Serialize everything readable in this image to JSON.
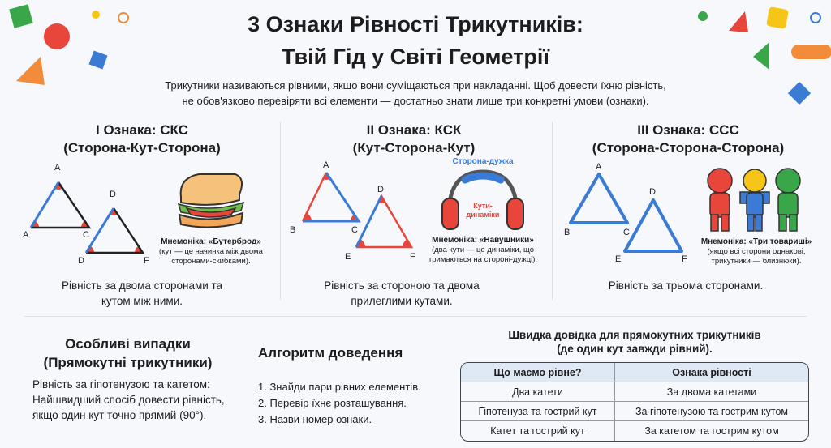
{
  "header": {
    "title_line1": "3 Ознаки Рівності Трикутників:",
    "title_line2": "Твій Гід у Світі Геометрії",
    "intro_line1": "Трикутники називаються рівними, якщо вони суміщаються при накладанні. Щоб довести їхню рівність,",
    "intro_line2": "не обов'язково перевіряти всі елементи — достатньо знати лише три конкретні умови (ознаки)."
  },
  "criteria": [
    {
      "title1": "I Ознака: СКС",
      "title2": "(Сторона-Кут-Сторона)",
      "labels": [
        "A",
        "A",
        "C",
        "D",
        "D",
        "F"
      ],
      "mnemonic_title": "Мнемоніка: «Бутерброд»",
      "mnemonic_text": "(кут — це начинка між двома сторонами-скибками).",
      "caption1": "Рівність за двома сторонами та",
      "caption2": "кутом між ними."
    },
    {
      "title1": "II Ознака: КСК",
      "title2": "(Кут-Сторона-Кут)",
      "labels": [
        "A",
        "B",
        "C",
        "D",
        "E",
        "F"
      ],
      "illustration_top": "Сторона-дужка",
      "illustration_mid1": "Кути-",
      "illustration_mid2": "динаміки",
      "mnemonic_title": "Мнемоніка: «Навушники»",
      "mnemonic_text": "(два кути — це динаміки, що тримаються на стороні-дужці).",
      "caption1": "Рівність за стороною та двома",
      "caption2": "прилеглими кутами."
    },
    {
      "title1": "III Ознака: ССС",
      "title2": "(Сторона-Сторона-Сторона)",
      "labels": [
        "A",
        "B",
        "C",
        "D",
        "E",
        "F"
      ],
      "mnemonic_title": "Мнемоніка: «Три товариші»",
      "mnemonic_text": "(якщо всі сторони однакові, трикутники — близнюки).",
      "caption1": "Рівність за трьома сторонами.",
      "caption2": ""
    }
  ],
  "special": {
    "title1": "Особливі випадки",
    "title2": "(Прямокутні трикутники)",
    "text": "Рівність за гіпотенузою та катетом: Найшвидший спосіб довести рівність, якщо один кут точно прямий (90°)."
  },
  "algorithm": {
    "title": "Алгоритм доведення",
    "steps": [
      "1. Знайди пари рівних елементів.",
      "2. Перевір їхнє розташування.",
      "3. Назви номер ознаки."
    ]
  },
  "reference": {
    "title1": "Швидка довідка для прямокутних трикутників",
    "title2": "(де один кут завжди рівний).",
    "headers": [
      "Що маємо рівне?",
      "Ознака рівності"
    ],
    "rows": [
      [
        "Два катети",
        "За двома катетами"
      ],
      [
        "Гіпотенуза та гострий кут",
        "За гіпотенузою та гострим кутом"
      ],
      [
        "Катет та гострий кут",
        "За катетом та гострим кутом"
      ]
    ]
  },
  "colors": {
    "red": "#e8463a",
    "blue": "#3a7bd5",
    "green": "#3aa64a",
    "yellow": "#f5c518",
    "orange": "#f28b3a"
  }
}
